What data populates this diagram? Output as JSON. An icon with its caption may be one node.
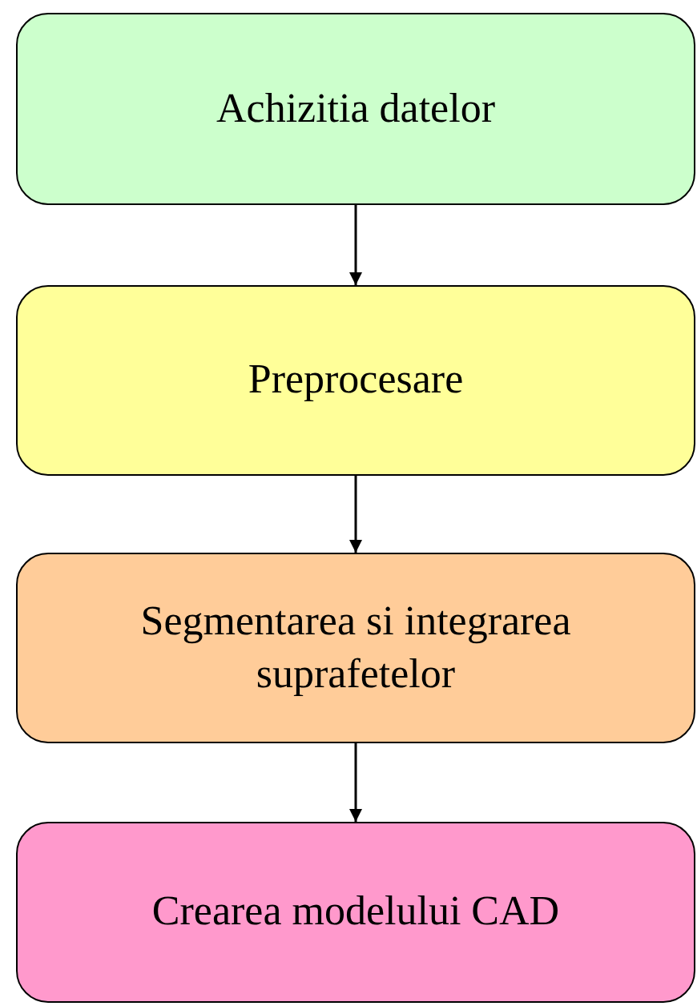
{
  "diagram": {
    "nodes": [
      {
        "text": [
          "Achizitia datelor"
        ]
      },
      {
        "text": [
          "Preprocesare"
        ]
      },
      {
        "text": [
          "Segmentarea si integrarea suprafetelor"
        ]
      },
      {
        "text": [
          "Crearea modelului CAD"
        ]
      }
    ],
    "edges": [
      {
        "from": 0,
        "to": 1,
        "arrow": "to"
      },
      {
        "from": 1,
        "to": 2,
        "arrow": "to"
      },
      {
        "from": 2,
        "to": 3,
        "arrow": "to"
      }
    ]
  }
}
